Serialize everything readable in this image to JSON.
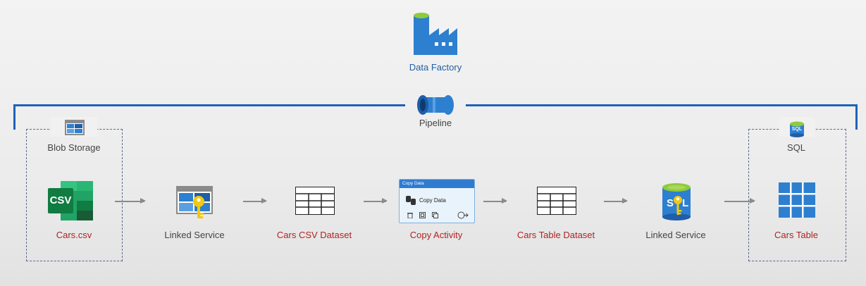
{
  "header": {
    "service_label": "Data Factory"
  },
  "pipeline": {
    "label": "Pipeline"
  },
  "source": {
    "container_label": "Blob Storage",
    "csv_badge": "CSV",
    "file_label": "Cars.csv"
  },
  "steps": {
    "linked_service_source": "Linked Service",
    "csv_dataset": "Cars CSV Dataset",
    "copy_activity": "Copy Activity",
    "table_dataset": "Cars Table Dataset",
    "linked_service_sink": "Linked Service"
  },
  "copy_card": {
    "header": "Copy Data",
    "title": "Copy Data"
  },
  "sink": {
    "container_label": "SQL",
    "sql_badge": "SQL",
    "table_label": "Cars Table"
  },
  "colors": {
    "pipeline_line": "#1e63b8",
    "highlight_text": "#b22222",
    "title_text": "#1f5ea8",
    "arrow": "#8a8a8a"
  }
}
